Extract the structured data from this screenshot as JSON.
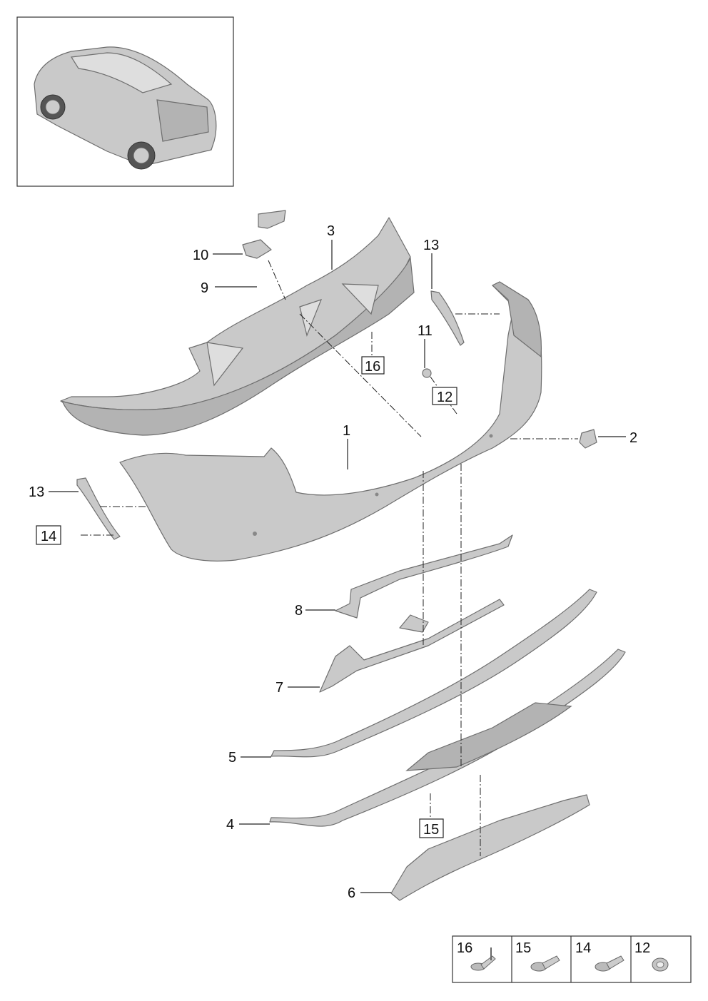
{
  "callouts": {
    "c1": "1",
    "c2": "2",
    "c3": "3",
    "c4": "4",
    "c5": "5",
    "c6": "6",
    "c7": "7",
    "c8": "8",
    "c9": "9",
    "c10": "10",
    "c11": "11",
    "c13a": "13",
    "c13b": "13"
  },
  "boxed": {
    "b16": "16",
    "b12": "12",
    "b14": "14",
    "b15": "15"
  },
  "legend": {
    "items": [
      {
        "label": "16",
        "icon": "push-clip-icon"
      },
      {
        "label": "15",
        "icon": "screw-washer-icon"
      },
      {
        "label": "14",
        "icon": "screw-washer-icon"
      },
      {
        "label": "12",
        "icon": "nut-icon"
      }
    ]
  },
  "colors": {
    "part": "#c9c9c9",
    "line": "#222222",
    "frame": "#333333"
  }
}
